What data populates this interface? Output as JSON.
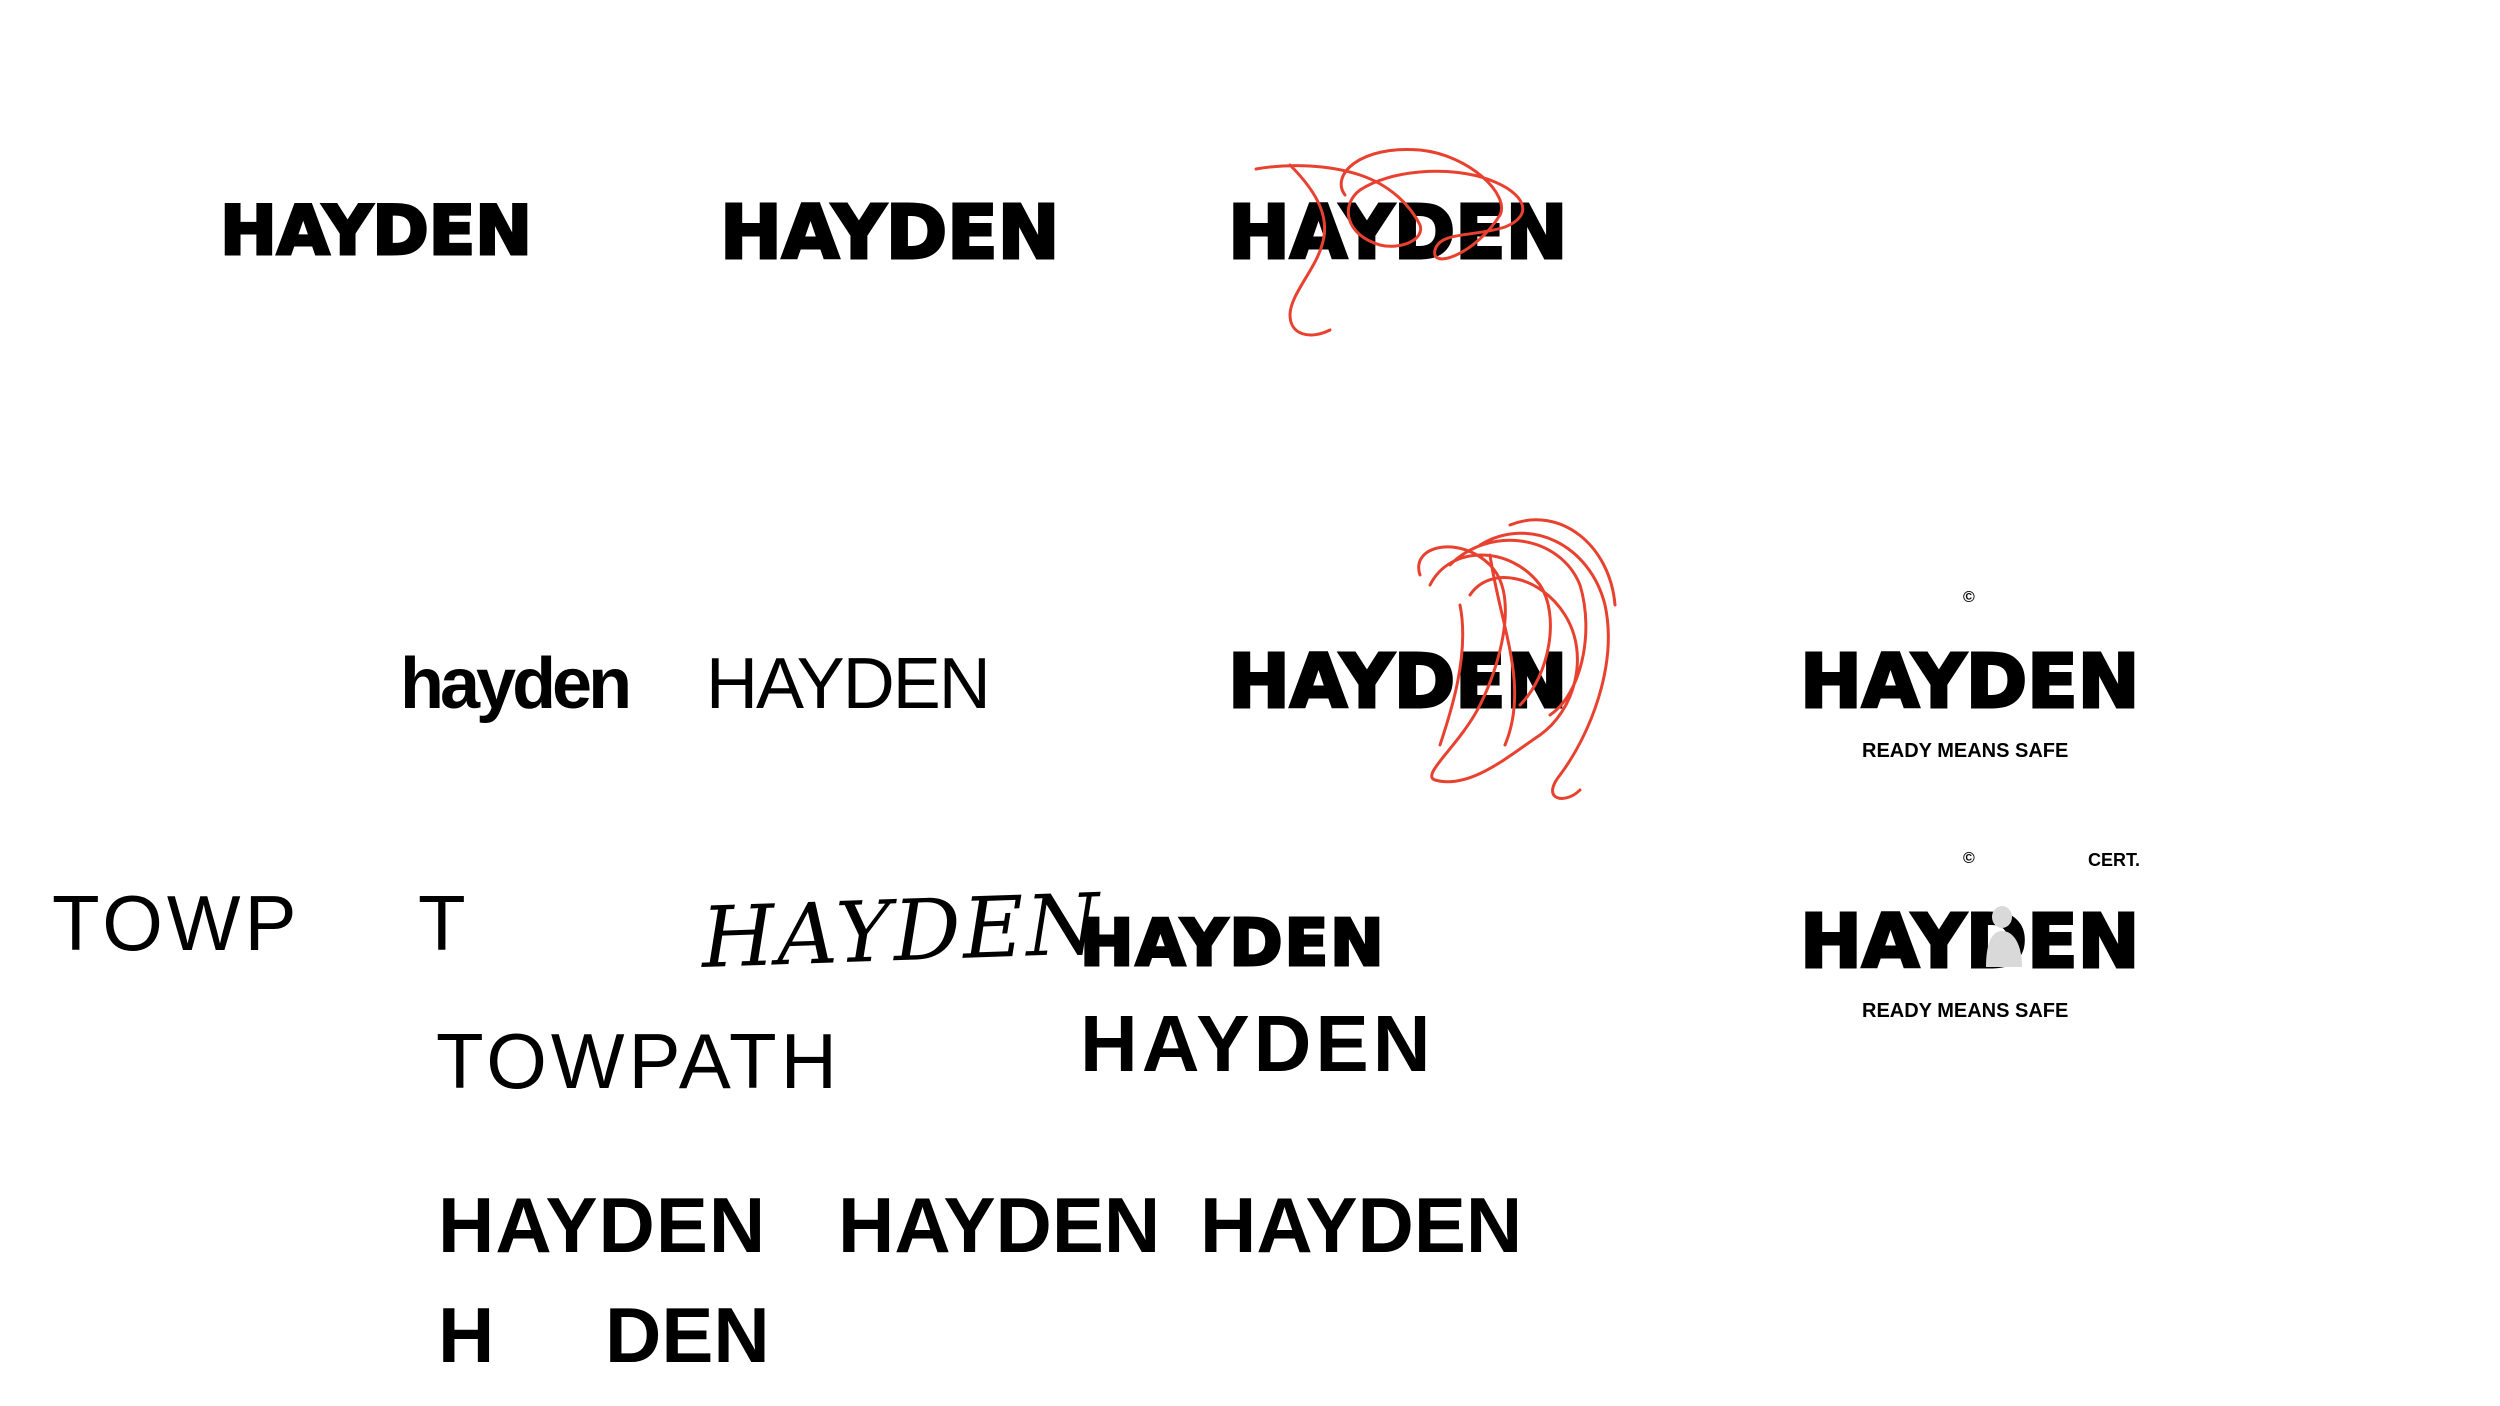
{
  "wordmarks": {
    "row1": [
      "HAYDEN",
      "HAYDEN",
      "HAYDEN"
    ],
    "row2": [
      "hayden",
      "HAYDEN",
      "HAYDEN",
      "HAYDEN"
    ],
    "row2_tagline": "READY MEANS SAFE",
    "row2_copyright": "©",
    "towpath_partial_left": "TOWP",
    "towpath_partial_right": "T",
    "sketch": "HAYDEN",
    "rounded": "HAYDEN",
    "wide": "HAYDEN",
    "towpath": "TOWPATH",
    "cert_copyright": "©",
    "cert_label": "CERT.",
    "cert_wordmark": "HAYDEN",
    "cert_tagline": "READY MEANS SAFE",
    "row5": [
      "HAYDEN",
      "HAYDEN",
      "HAYDEN"
    ],
    "partial_h": "H",
    "partial_den": "DEN"
  },
  "colors": {
    "ink": "#000000",
    "scribble": "#e8412f",
    "background": "#ffffff"
  }
}
